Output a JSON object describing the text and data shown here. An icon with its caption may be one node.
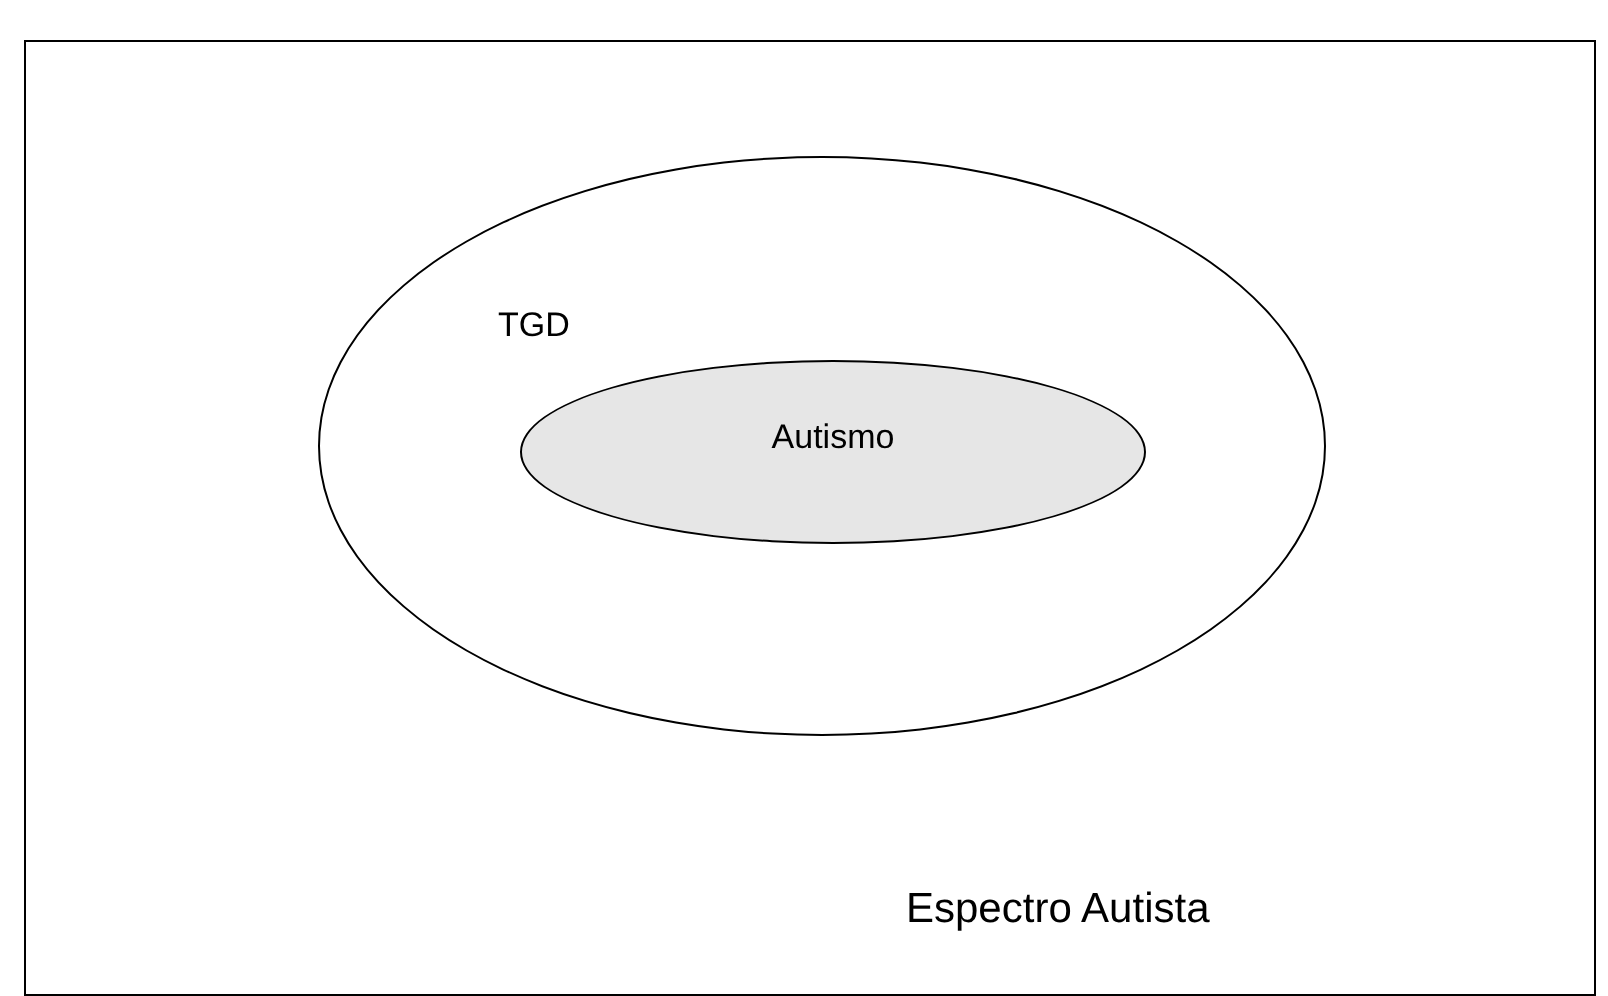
{
  "diagram": {
    "nodes": [
      {
        "text": [
          "Espectro Autista"
        ]
      },
      {
        "text": [
          "TGD"
        ],
        "in": 0
      },
      {
        "text": [
          "Autismo"
        ],
        "in": 1
      }
    ]
  }
}
